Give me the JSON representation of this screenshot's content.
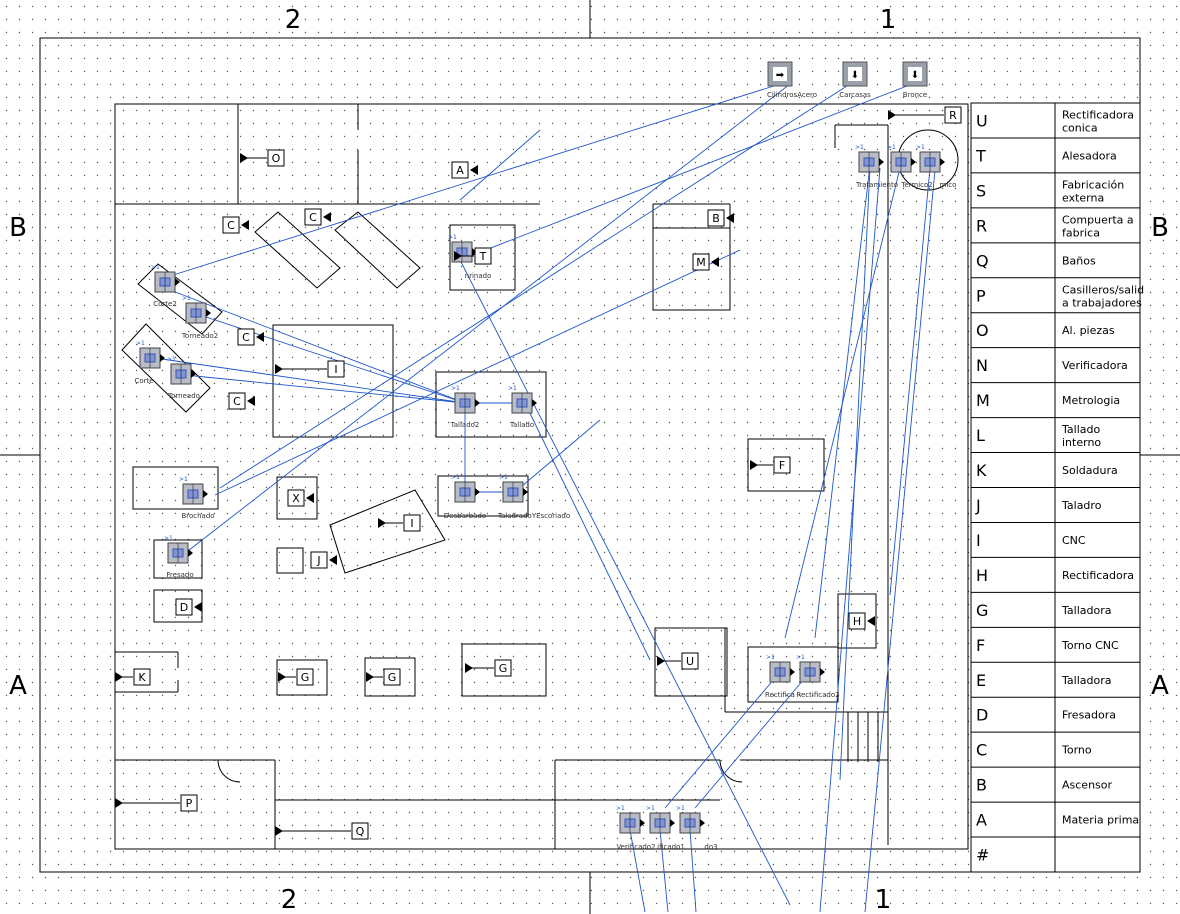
{
  "frame": {
    "top_columns": [
      "2",
      "1"
    ],
    "bottom_columns": [
      "2",
      "1"
    ],
    "left_rows": [
      "B",
      "A"
    ],
    "right_rows": [
      "B",
      "A"
    ]
  },
  "legend": [
    {
      "code": "U",
      "name": "Rectificadora conica"
    },
    {
      "code": "T",
      "name": "Alesadora"
    },
    {
      "code": "S",
      "name": "Fabricación externa"
    },
    {
      "code": "R",
      "name": "Compuerta a fabrica"
    },
    {
      "code": "Q",
      "name": "Baños"
    },
    {
      "code": "P",
      "name": "Casilleros/salid a trabajadores"
    },
    {
      "code": "O",
      "name": "Al. piezas"
    },
    {
      "code": "N",
      "name": "Verificadora"
    },
    {
      "code": "M",
      "name": "Metrologia"
    },
    {
      "code": "L",
      "name": "Tallado interno"
    },
    {
      "code": "K",
      "name": "Soldadura"
    },
    {
      "code": "J",
      "name": "Taladro"
    },
    {
      "code": "I",
      "name": "CNC"
    },
    {
      "code": "H",
      "name": "Rectificadora"
    },
    {
      "code": "G",
      "name": "Talladora"
    },
    {
      "code": "F",
      "name": "Torno CNC"
    },
    {
      "code": "E",
      "name": "Talladora"
    },
    {
      "code": "D",
      "name": "Fresadora"
    },
    {
      "code": "C",
      "name": "Torno"
    },
    {
      "code": "B",
      "name": "Ascensor"
    },
    {
      "code": "A",
      "name": "Materia prima"
    },
    {
      "code": "#",
      "name": ""
    }
  ],
  "sources": [
    {
      "label": "CilindrosAcero"
    },
    {
      "label": "Carcasas"
    },
    {
      "label": "Bronce"
    }
  ],
  "area_labels": [
    "O",
    "A",
    "C",
    "C",
    "C",
    "C",
    "T",
    "B",
    "M",
    "R",
    "I",
    "I",
    "F",
    "X",
    "J",
    "D",
    "H",
    "U",
    "K",
    "G",
    "G",
    "G",
    "P",
    "Q"
  ],
  "stations": [
    {
      "label": "Corte2"
    },
    {
      "label": "Torneado2"
    },
    {
      "label": "Corte"
    },
    {
      "label": "Torneado"
    },
    {
      "label": "Brochado"
    },
    {
      "label": "Fresado"
    },
    {
      "label": "Tallado2"
    },
    {
      "label": "Tallado"
    },
    {
      "label": "Desbarbado"
    },
    {
      "label": "TaladradoYEscoriado"
    },
    {
      "label": "Tratamiento"
    },
    {
      "label": "Termico2"
    },
    {
      "label": "mico"
    },
    {
      "label": "Rectifica"
    },
    {
      "label": "Rectificado2"
    },
    {
      "label": "Verificado2"
    },
    {
      "label": "ificado1"
    },
    {
      "label": "do3"
    },
    {
      "label": "nrinado"
    }
  ],
  "port_label": ">1"
}
